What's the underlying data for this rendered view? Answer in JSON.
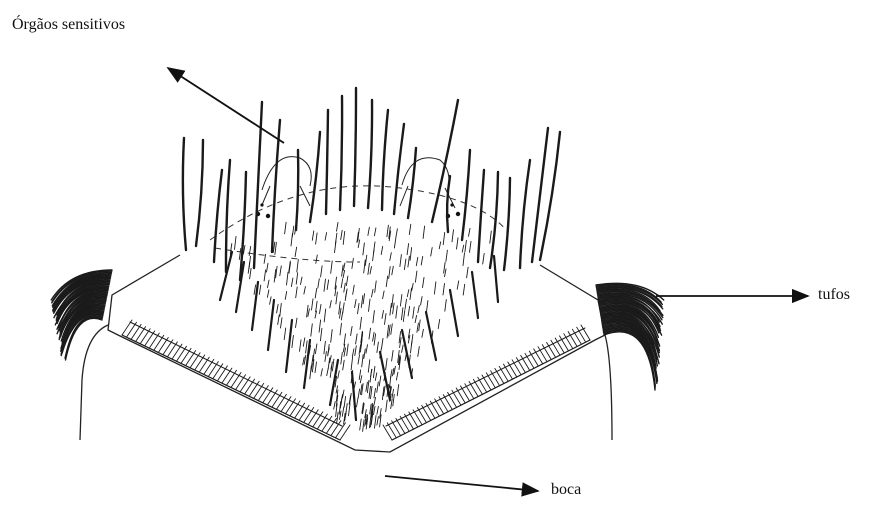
{
  "labels": {
    "sensory_organs": "Órgãos sensitivos",
    "tufts": "tufos",
    "mouth": "boca"
  },
  "colors": {
    "ink": "#111111",
    "background": "#ffffff"
  }
}
